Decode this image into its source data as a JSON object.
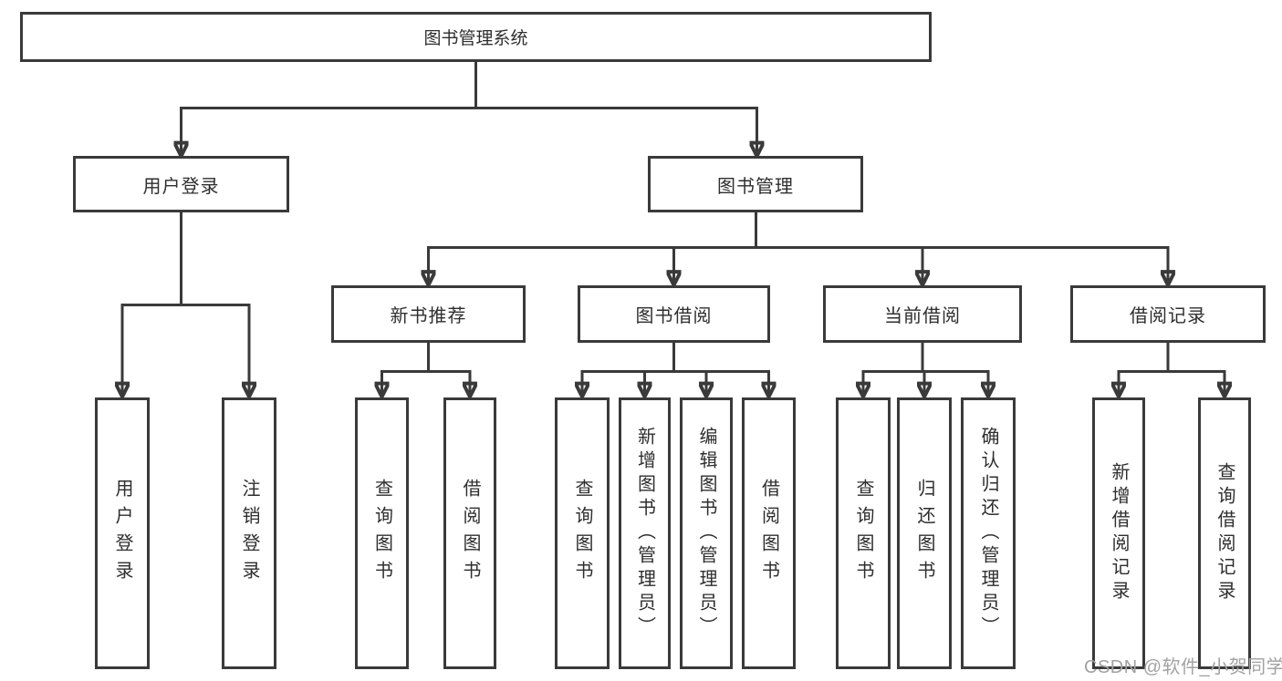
{
  "colors": {
    "line": "#3a3a3a",
    "text": "#2e2e2e",
    "background": "#ffffff",
    "watermark": "#a2a2a2"
  },
  "nodes": {
    "root": {
      "label": "图书管理系统"
    },
    "level1": [
      {
        "label": "用户登录"
      },
      {
        "label": "图书管理"
      }
    ],
    "level2": [
      {
        "label": "新书推荐",
        "parent": "图书管理"
      },
      {
        "label": "图书借阅",
        "parent": "图书管理"
      },
      {
        "label": "当前借阅",
        "parent": "图书管理"
      },
      {
        "label": "借阅记录",
        "parent": "图书管理"
      }
    ],
    "leaves": [
      {
        "label": "用户登录",
        "parent": "用户登录"
      },
      {
        "label": "注销登录",
        "parent": "用户登录"
      },
      {
        "label": "查询图书",
        "parent": "新书推荐"
      },
      {
        "label": "借阅图书",
        "parent": "新书推荐"
      },
      {
        "label": "查询图书",
        "parent": "图书借阅"
      },
      {
        "label": "新增图书（管理员）",
        "parent": "图书借阅"
      },
      {
        "label": "编辑图书（管理员）",
        "parent": "图书借阅"
      },
      {
        "label": "借阅图书",
        "parent": "图书借阅"
      },
      {
        "label": "查询图书",
        "parent": "当前借阅"
      },
      {
        "label": "归还图书",
        "parent": "当前借阅"
      },
      {
        "label": "确认归还（管理员）",
        "parent": "当前借阅"
      },
      {
        "label": "新增借阅记录",
        "parent": "借阅记录"
      },
      {
        "label": "查询借阅记录",
        "parent": "借阅记录"
      }
    ]
  },
  "watermark": {
    "text": "CSDN @软件_小贺同学"
  }
}
